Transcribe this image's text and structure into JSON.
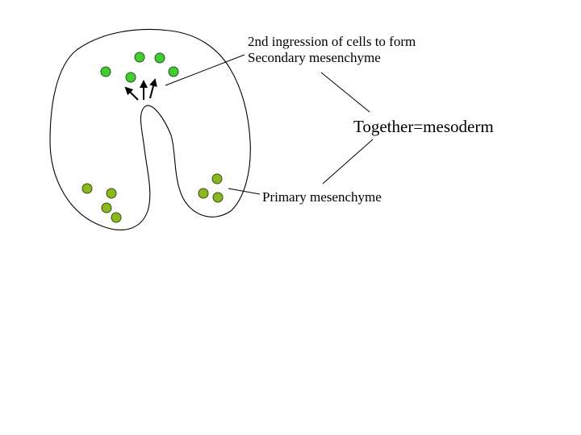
{
  "labels": {
    "secondary_line1": "2nd ingression of cells to form",
    "secondary_line2": "Secondary mesenchyme",
    "together": "Together=mesoderm",
    "primary": "Primary mesenchyme"
  },
  "colors": {
    "secondary_mesenchyme_cells": "#44cc33",
    "primary_mesenchyme_cells": "#88b81c",
    "outline": "#000000",
    "background": "#ffffff"
  }
}
